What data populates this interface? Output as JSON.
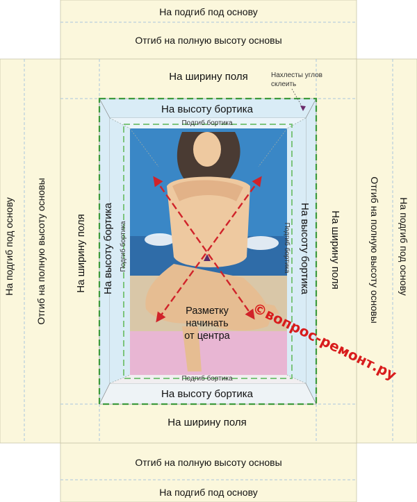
{
  "labels": {
    "top_fold_base": "На подгиб под основу",
    "top_full_height": "Отгиб на полную высоту основы",
    "top_field_width": "На ширину поля",
    "corner_note_1": "Нахлесты углов",
    "corner_note_2": "склеить",
    "top_border_height": "На высоту бортика",
    "top_border_fold": "Подгиб бортика",
    "left_border_height": "На высоту бортика",
    "left_border_fold": "Подгиб бортика",
    "right_border_height": "На высоту бортика",
    "right_border_fold": "Подгиб бортика",
    "left_field_width": "На ширину поля",
    "left_full_height": "Отгиб на полную высоту основы",
    "left_fold_base": "На подгиб под основу",
    "right_field_width": "На ширину поля",
    "right_full_height": "Отгиб на полную высоту основы",
    "right_fold_base": "На подгиб под основу",
    "bottom_border_fold": "Подгиб бортика",
    "bottom_border_height": "На высоту бортика",
    "bottom_field_width": "На ширину поля",
    "bottom_full_height": "Отгиб на полную высоту основы",
    "bottom_fold_base": "На подгиб под основу",
    "center_line_1": "Разметку",
    "center_line_2": "начинать",
    "center_line_3": "от центра",
    "watermark": "©вопрос-ремонт.ру"
  },
  "colors": {
    "band_fill": "#fbf7dc",
    "border_band_fill": "#d9ecf6",
    "fold_line": "#55aa55",
    "dashed_guide": "#a8c4de",
    "diagonal_arrow": "#d0232a",
    "sky": "#3a87c6",
    "sea": "#2f6ca8",
    "sand": "#d9c7a8",
    "towel": "#e8b6d3",
    "skin": "#eec9a0",
    "watermark": "#d81c1c"
  }
}
